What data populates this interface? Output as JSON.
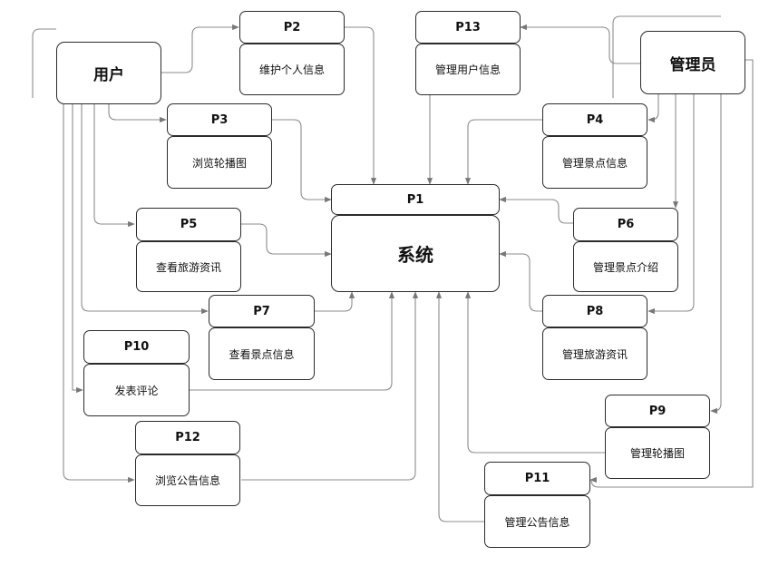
{
  "actors": {
    "user": "用户",
    "admin": "管理员"
  },
  "system": {
    "id": "P1",
    "label": "系统"
  },
  "processes": [
    {
      "id": "P2",
      "label": "维护个人信息"
    },
    {
      "id": "P3",
      "label": "浏览轮播图"
    },
    {
      "id": "P4",
      "label": "管理景点信息"
    },
    {
      "id": "P5",
      "label": "查看旅游资讯"
    },
    {
      "id": "P6",
      "label": "管理景点介绍"
    },
    {
      "id": "P7",
      "label": "查看景点信息"
    },
    {
      "id": "P8",
      "label": "管理旅游资讯"
    },
    {
      "id": "P9",
      "label": "管理轮播图"
    },
    {
      "id": "P10",
      "label": "发表评论"
    },
    {
      "id": "P11",
      "label": "管理公告信息"
    },
    {
      "id": "P12",
      "label": "浏览公告信息"
    },
    {
      "id": "P13",
      "label": "管理用户信息"
    }
  ]
}
